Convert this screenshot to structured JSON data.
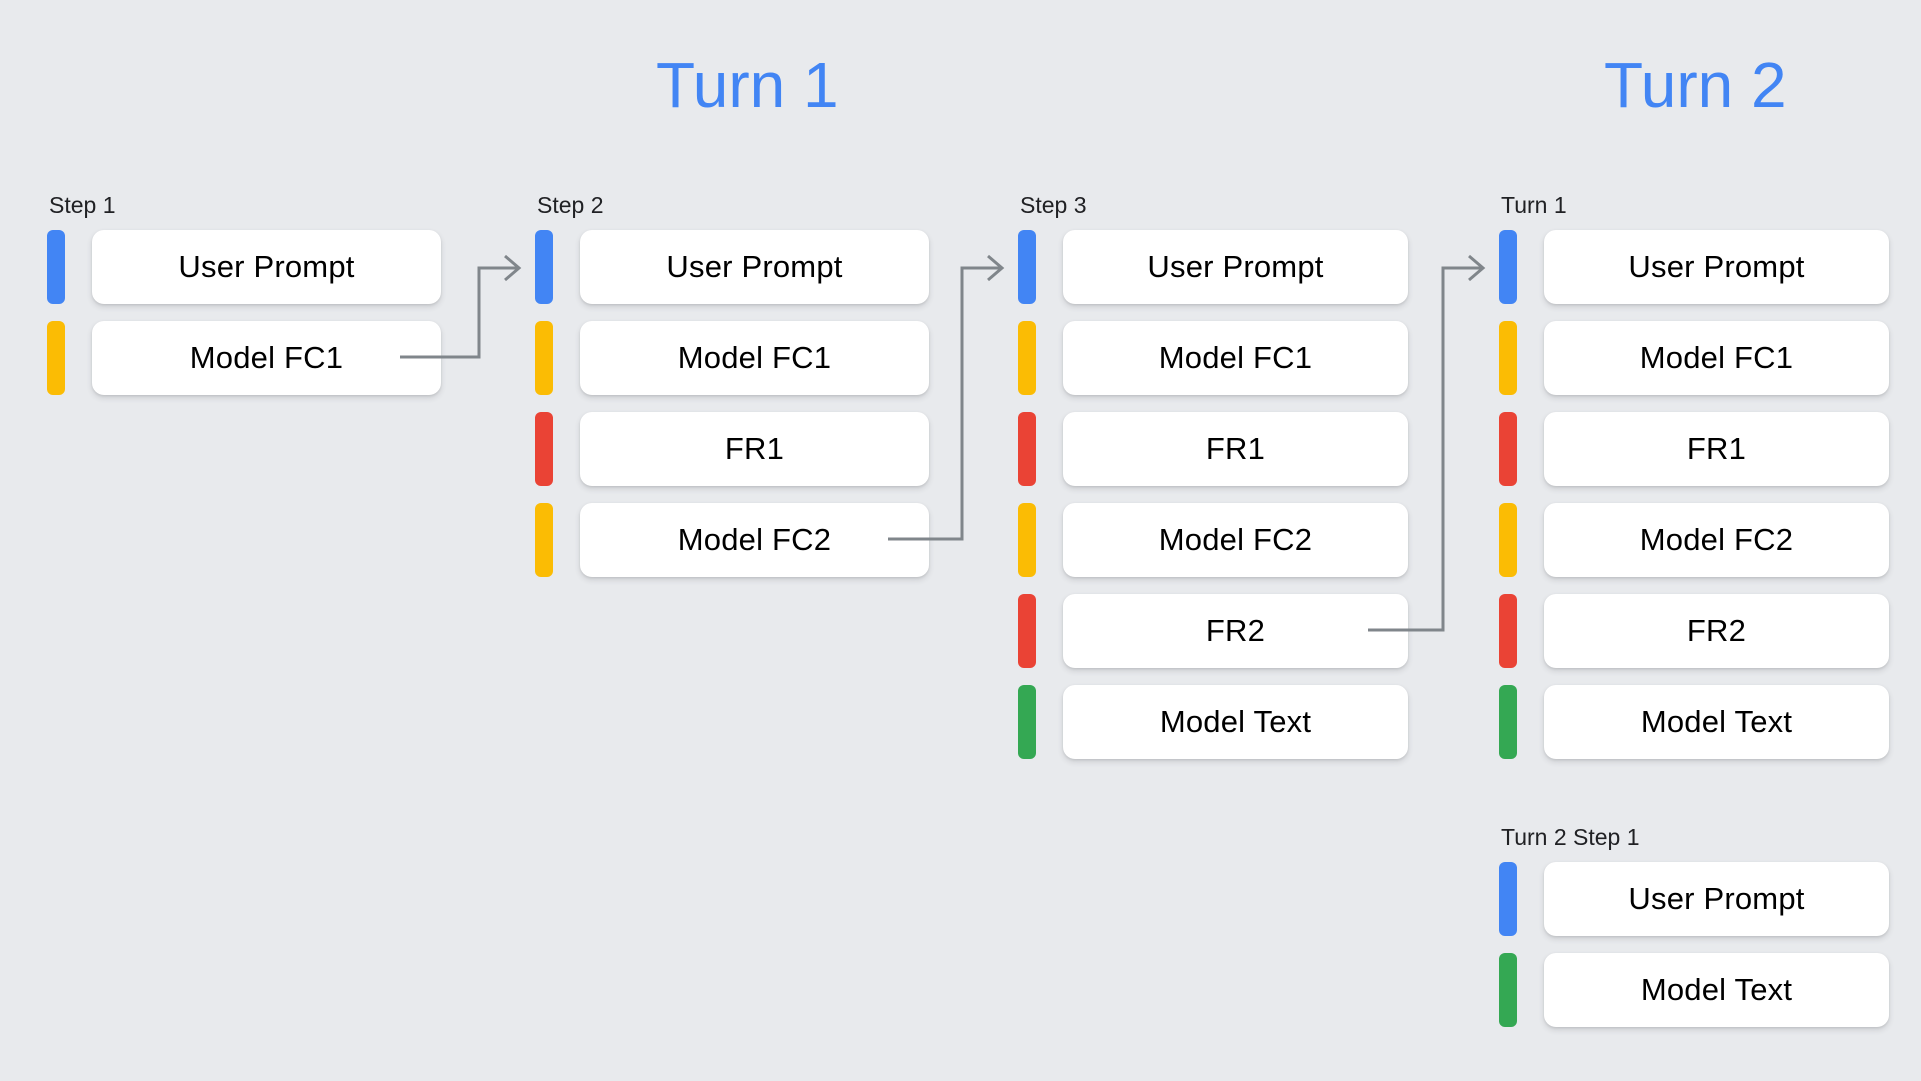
{
  "background_color": "#e8eaed",
  "palette": {
    "blue": "#4285f4",
    "yellow": "#fbbc04",
    "red": "#ea4335",
    "green": "#34a853",
    "arrow": "#80868b",
    "card": "#ffffff",
    "text": "#000000"
  },
  "headings": {
    "turn_1": "Turn 1",
    "turn_2": "Turn 2"
  },
  "groups": [
    {
      "id": "step1",
      "label": "Step 1",
      "rows": [
        {
          "color": "blue",
          "label": "User Prompt"
        },
        {
          "color": "yellow",
          "label": "Model FC1"
        }
      ]
    },
    {
      "id": "step2",
      "label": "Step 2",
      "rows": [
        {
          "color": "blue",
          "label": "User Prompt"
        },
        {
          "color": "yellow",
          "label": "Model FC1"
        },
        {
          "color": "red",
          "label": "FR1"
        },
        {
          "color": "yellow",
          "label": "Model FC2"
        }
      ]
    },
    {
      "id": "step3",
      "label": "Step 3",
      "rows": [
        {
          "color": "blue",
          "label": "User Prompt"
        },
        {
          "color": "yellow",
          "label": "Model FC1"
        },
        {
          "color": "red",
          "label": "FR1"
        },
        {
          "color": "yellow",
          "label": "Model FC2"
        },
        {
          "color": "red",
          "label": "FR2"
        },
        {
          "color": "green",
          "label": "Model Text"
        }
      ]
    },
    {
      "id": "turn1",
      "label": "Turn 1",
      "rows": [
        {
          "color": "blue",
          "label": "User Prompt"
        },
        {
          "color": "yellow",
          "label": "Model FC1"
        },
        {
          "color": "red",
          "label": "FR1"
        },
        {
          "color": "yellow",
          "label": "Model FC2"
        },
        {
          "color": "red",
          "label": "FR2"
        },
        {
          "color": "green",
          "label": "Model Text"
        }
      ]
    },
    {
      "id": "turn2step1",
      "label": "Turn 2 Step 1",
      "rows": [
        {
          "color": "blue",
          "label": "User Prompt"
        },
        {
          "color": "green",
          "label": "Model Text"
        }
      ]
    }
  ],
  "connectors": [
    {
      "name": "step1-to-step2",
      "from": "Model FC1 (Step 1)",
      "to": "User Prompt (Step 2)"
    },
    {
      "name": "step2-to-step3",
      "from": "Model FC2 (Step 2)",
      "to": "User Prompt (Step 3)"
    },
    {
      "name": "step3-to-turn1",
      "from": "FR2 (Step 3)",
      "to": "User Prompt (Turn 1)"
    }
  ]
}
